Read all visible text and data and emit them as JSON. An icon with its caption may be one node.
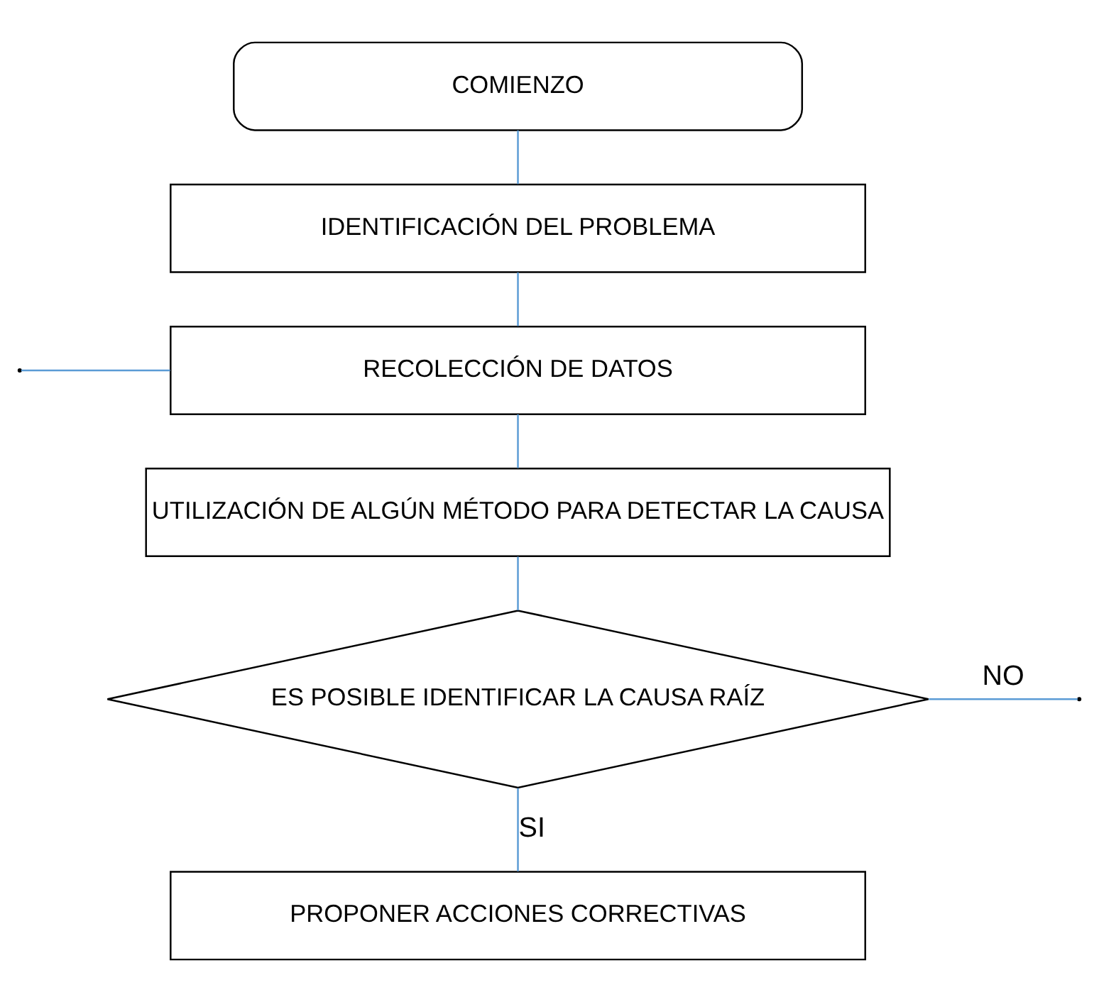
{
  "diagram": {
    "nodes": [
      {
        "text": [
          "COMIENZO"
        ]
      },
      {
        "text": [
          "IDENTIFICACIÓN DEL PROBLEMA"
        ]
      },
      {
        "text": [
          "RECOLECCIÓN DE DATOS"
        ]
      },
      {
        "text": [
          "UTILIZACIÓN DE ALGÚN MÉTODO PARA DETECTAR LA CAUSA"
        ]
      },
      {
        "text": [
          "ES POSIBLE IDENTIFICAR LA CAUSA RAÍZ"
        ]
      },
      {
        "text": [
          "PROPONER ACCIONES CORRECTIVAS"
        ]
      }
    ],
    "edges": [
      {
        "from": 0,
        "to": 1,
        "arrow": "none"
      },
      {
        "from": 1,
        "to": 2,
        "arrow": "none"
      },
      {
        "from": null,
        "to": 2,
        "arrow": "none"
      },
      {
        "from": 2,
        "to": 3,
        "arrow": "none"
      },
      {
        "from": 3,
        "to": 4,
        "arrow": "none"
      },
      {
        "from": 4,
        "to": null,
        "arrow": "none",
        "label": "NO"
      },
      {
        "from": 4,
        "to": 5,
        "arrow": "none",
        "label": "SI"
      }
    ]
  }
}
